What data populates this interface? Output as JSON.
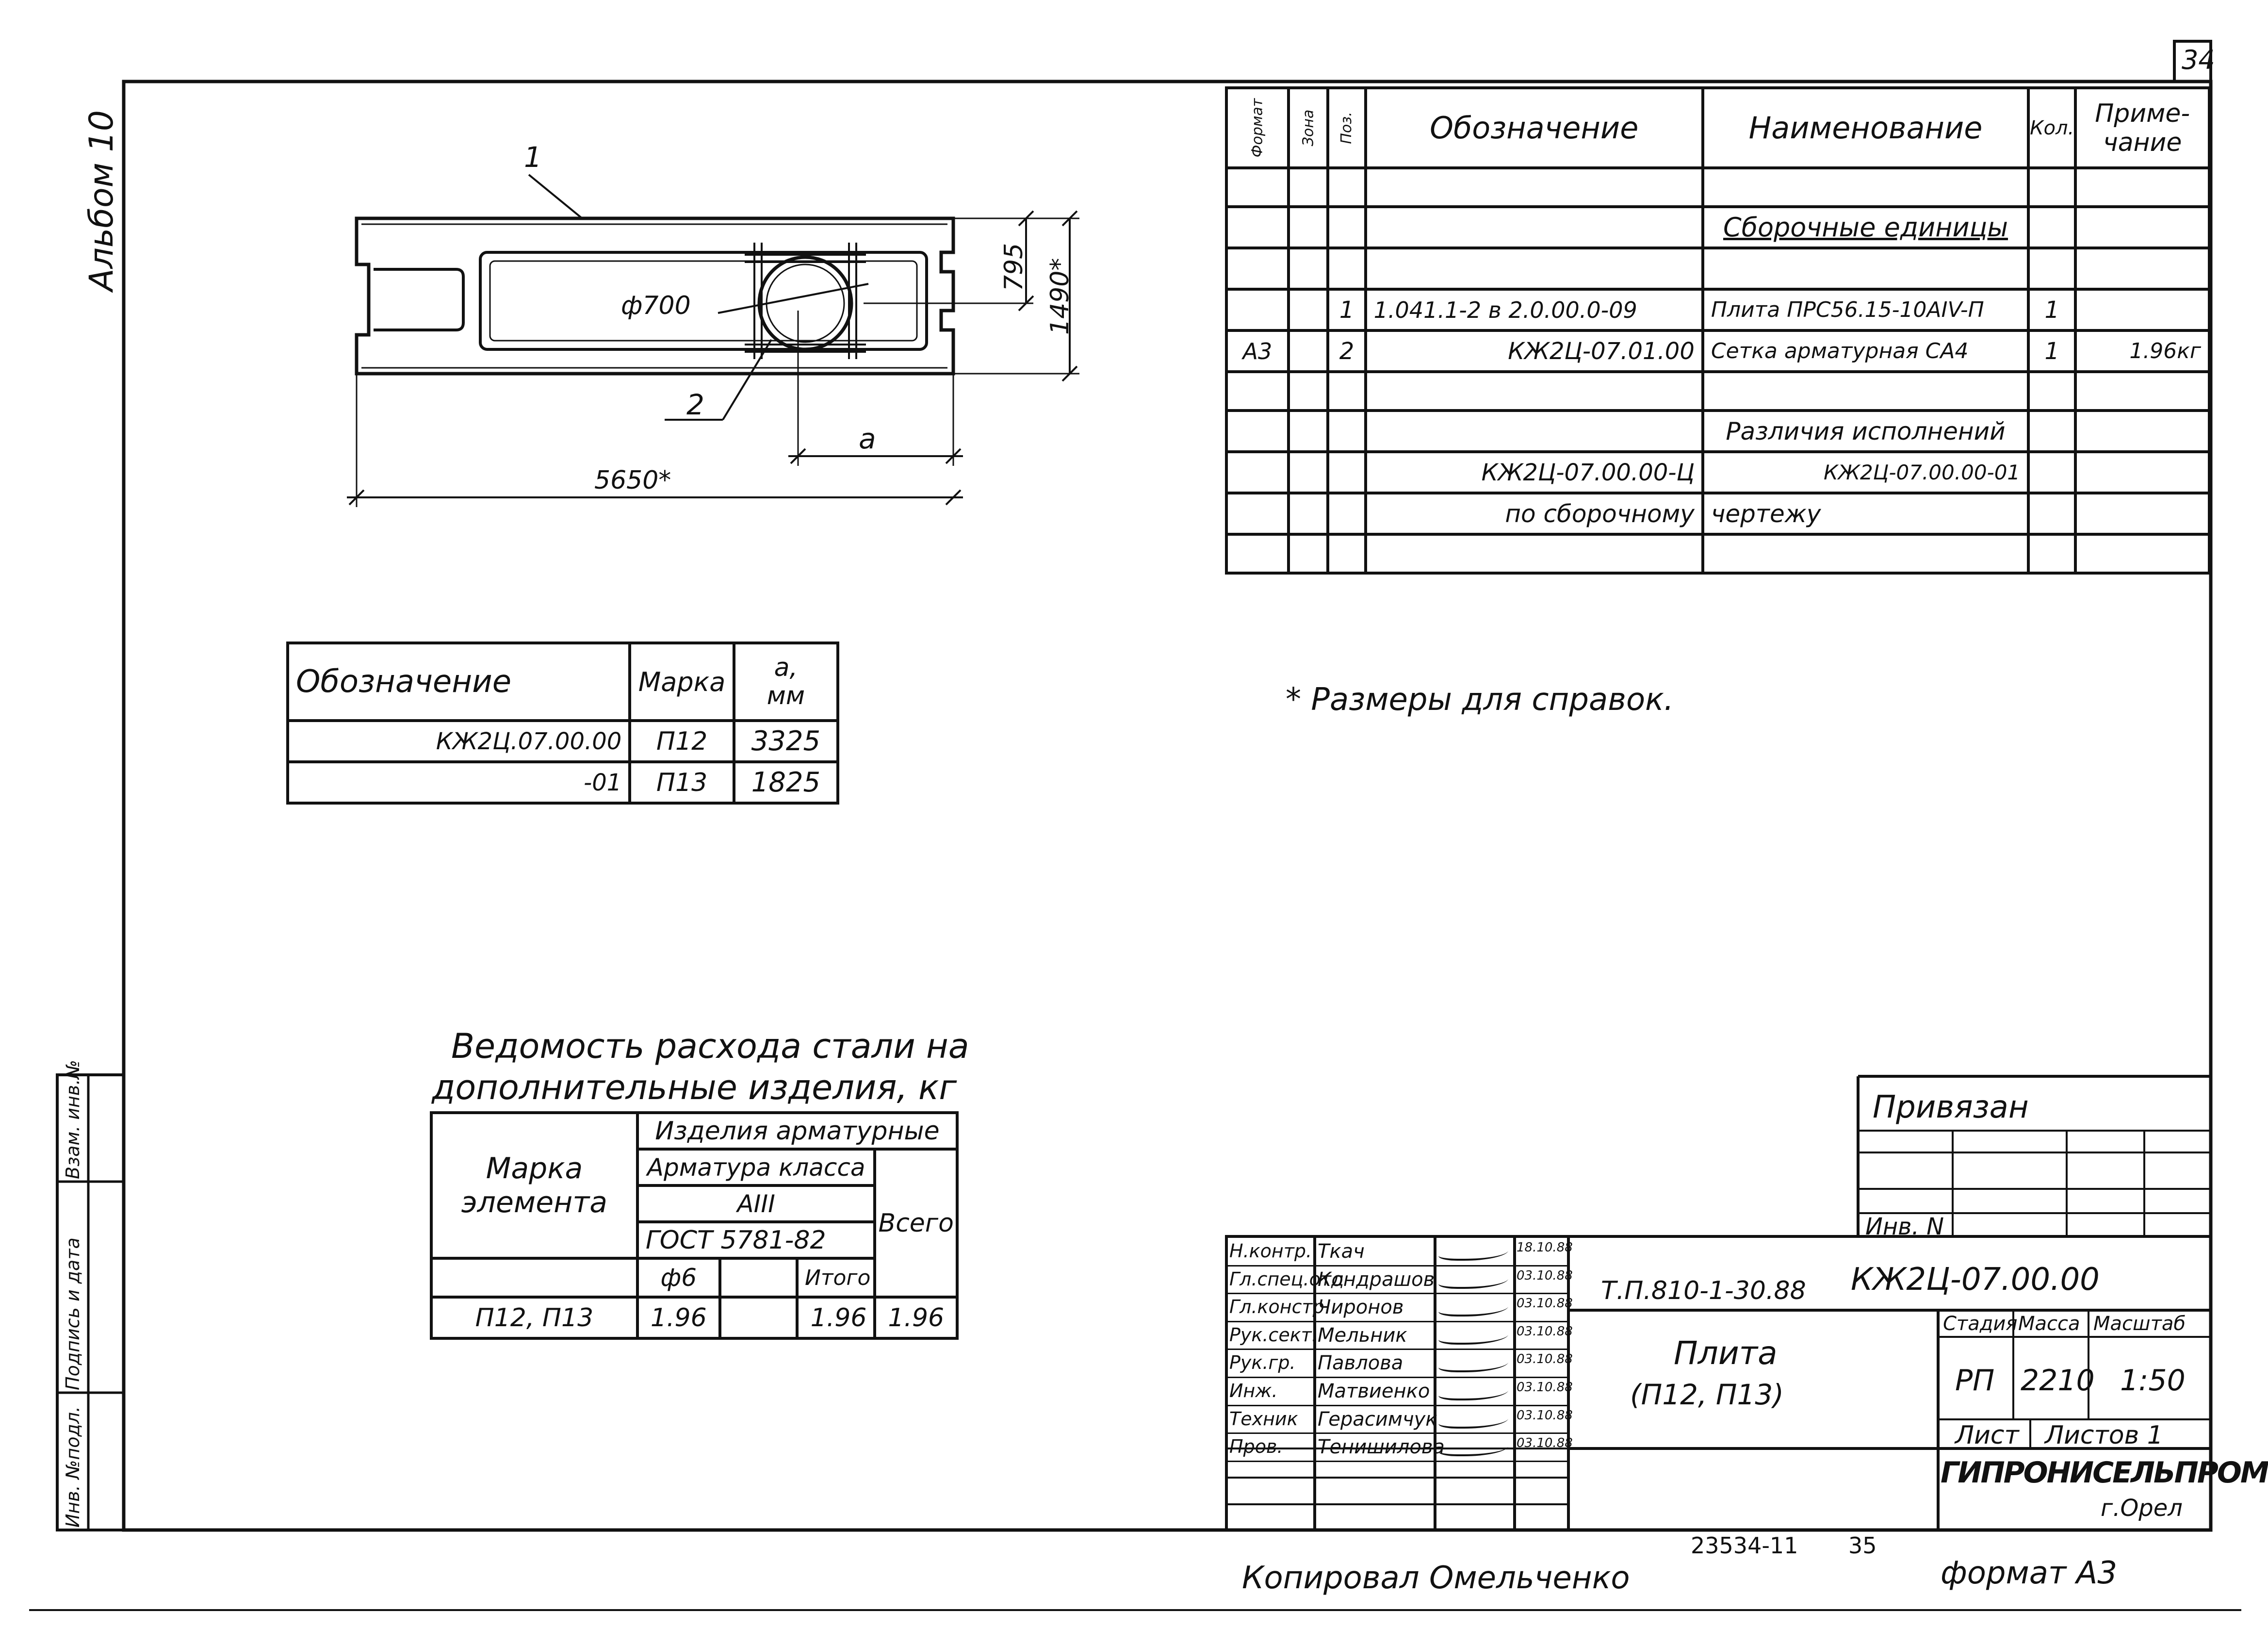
{
  "sheet_number": "34",
  "album": "Альбом 10",
  "side_stamp": [
    "Инв. №подл.",
    "Подпись и дата",
    "Взам. инв.№"
  ],
  "drawing": {
    "leader_1": "1",
    "leader_2": "2",
    "dia": "ф700",
    "dim_795": "795",
    "dim_1490": "1490*",
    "dim_a": "а",
    "dim_5650": "5650*"
  },
  "spec": {
    "headers": {
      "format": "Формат",
      "zone": "Зона",
      "pos": "Поз.",
      "designation": "Обозначение",
      "name": "Наименование",
      "qty": "Кол.",
      "note_1": "Приме-",
      "note_2": "чание"
    },
    "section_title": "Сборочные единицы",
    "rows": [
      {
        "format": "",
        "pos": "1",
        "designation": "1.041.1-2 в 2.0.00.0-09",
        "name": "Плита ПРС56.15-10АIV-П",
        "qty": "1",
        "note": ""
      },
      {
        "format": "А3",
        "pos": "2",
        "designation": "КЖ2Ц-07.01.00",
        "name": "Сетка арматурная СА4",
        "qty": "1",
        "note": "1.96кг"
      }
    ],
    "variant_title": "Различия исполнений",
    "variant_a": "КЖ2Ц-07.00.00-Ц",
    "variant_b": "КЖ2Ц-07.00.00-01",
    "variant_line_a": "по сборочному",
    "variant_line_b": "чертежу"
  },
  "marks_table": {
    "headers": {
      "designation": "Обозначение",
      "mark": "Марка",
      "a_1": "а,",
      "a_2": "мм"
    },
    "rows": [
      {
        "designation": "КЖ2Ц.07.00.00",
        "mark": "П12",
        "a": "3325"
      },
      {
        "designation": "-01",
        "mark": "П13",
        "a": "1825"
      }
    ]
  },
  "note": "* Размеры для справок.",
  "steel": {
    "title_1": "Ведомость расхода стали на",
    "title_2": "дополнительные изделия, кг",
    "mark_1": "Марка",
    "mark_2": "элемента",
    "products": "Изделия арматурные",
    "class": "Арматура класса",
    "class_val": "АIII",
    "gost": "ГОСТ 5781-82",
    "total": "Всего",
    "d6": "ф6",
    "itogo": "Итого",
    "row": {
      "mark": "П12, П13",
      "d6": "1.96",
      "blank": "",
      "itogo": "1.96",
      "total": "1.96"
    }
  },
  "privyazan": {
    "title": "Привязан",
    "inv": "Инв. N"
  },
  "title_block": {
    "roles": [
      {
        "role": "Н.контр.",
        "name": "Ткач",
        "date": "18.10.88"
      },
      {
        "role": "Гл.спец.отд",
        "name": "Кондрашов",
        "date": "03.10.88"
      },
      {
        "role": "Гл.констр",
        "name": "Чиронов",
        "date": "03.10.88"
      },
      {
        "role": "Рук.сект.",
        "name": "Мельник",
        "date": "03.10.88"
      },
      {
        "role": "Рук.гр.",
        "name": "Павлова",
        "date": "03.10.88"
      },
      {
        "role": "Инж.",
        "name": "Матвиенко",
        "date": "03.10.88"
      },
      {
        "role": "Техник",
        "name": "Герасимчук",
        "date": "03.10.88"
      },
      {
        "role": "Пров.",
        "name": "Тенишилова",
        "date": "03.10.88"
      }
    ],
    "project_code": "Т.П.810-1-30.88",
    "doc_code": "КЖ2Ц-07.00.00",
    "title_1": "Плита",
    "title_2": "(П12, П13)",
    "stage_h": "Стадия",
    "mass_h": "Масса",
    "scale_h": "Масштаб",
    "stage": "РП",
    "mass": "2210",
    "scale": "1:50",
    "sheet_h": "Лист",
    "sheets_h": "Листов 1",
    "org": "ГИПРОНИСЕЛЬПРОМ",
    "city": "г.Орел"
  },
  "footer": {
    "copied": "Копировал Омельченко",
    "inv": "23534-11",
    "page": "35",
    "format": "формат А3"
  }
}
